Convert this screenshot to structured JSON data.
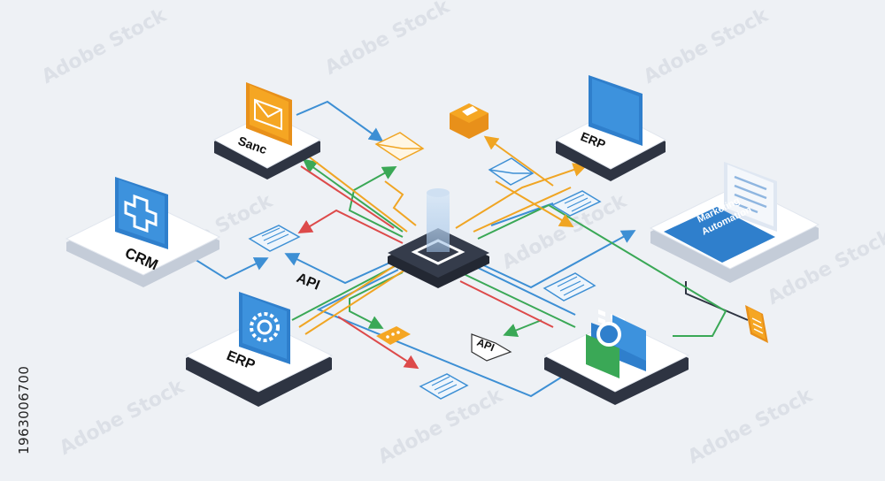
{
  "nodes": {
    "crm": "CRM",
    "sanc": "Sanc",
    "erp_top": "ERP",
    "erp_bottom": "ERP",
    "marketing": [
      "Marketing",
      "Automation"
    ]
  },
  "api_labels": [
    "API",
    "API"
  ],
  "stock": {
    "id": "1963006700",
    "watermark": "Adobe Stock"
  },
  "colors": {
    "blue": "#3d8fd4",
    "green": "#3aa856",
    "red": "#dd4a4a",
    "orange": "#f0a523",
    "hub": "#2e3442",
    "platform": "#ffffff"
  }
}
